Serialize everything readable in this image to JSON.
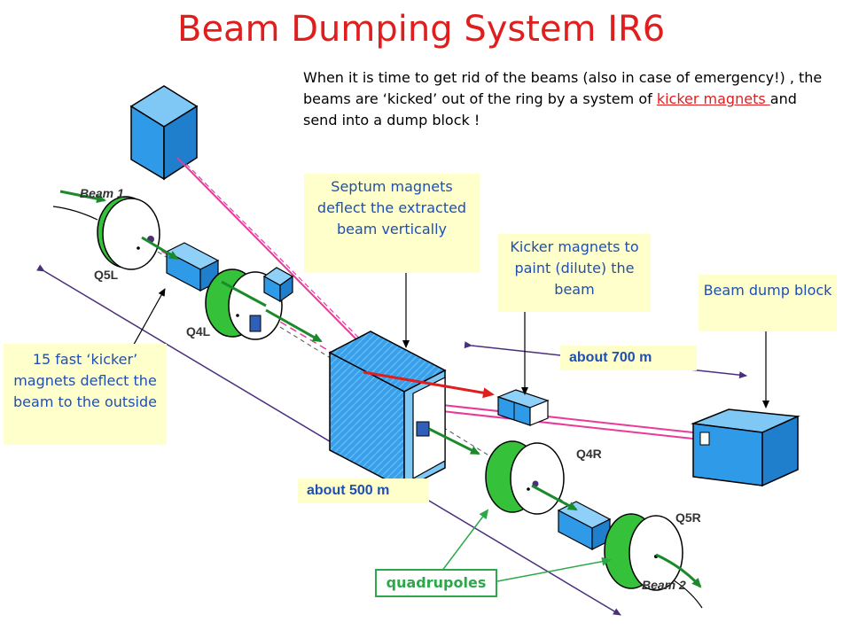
{
  "title": "Beam Dumping System IR6",
  "intro": {
    "part1": "When it is time to get rid of the beams (also in case of emergency!) , the beams are ‘kicked’ out of the ring by a system of ",
    "highlight": "kicker magnets ",
    "part2": "and send into a dump block !"
  },
  "callouts": {
    "septum": "Septum magnets deflect the extracted beam vertically",
    "kicker_paint": "Kicker magnets to paint (dilute) the beam",
    "dump_block": "Beam dump block",
    "fast_kicker": "15 fast ‘kicker’ magnets deflect the beam to the outside",
    "quadrupoles": "quadrupoles"
  },
  "distances": {
    "d700": "about 700 m",
    "d500": "about 500 m"
  },
  "labels": {
    "beam1": "Beam 1",
    "beam2": "Beam 2",
    "q5l": "Q5L",
    "q4l": "Q4L",
    "q4r": "Q4R",
    "q5r": "Q5R"
  },
  "colors": {
    "title": "#e01e1e",
    "callout_bg": "#ffffcc",
    "callout_text": "#1f4fb0",
    "magnet_blue": "#2f9be8",
    "quad_green": "#35c23a",
    "beam_green": "#1a8a2a",
    "extracted_beam": "#e83a9a",
    "kick_arrow": "#e01e1e",
    "axis_line": "#4a2f7a"
  }
}
